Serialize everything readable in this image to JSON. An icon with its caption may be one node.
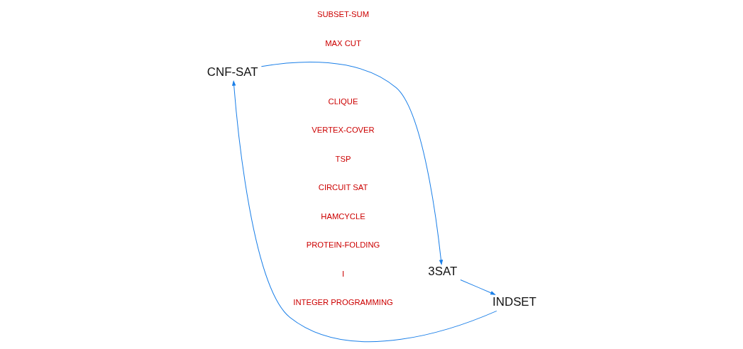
{
  "diagram": {
    "nodes": [
      {
        "text": [
          "CNF-SAT"
        ]
      },
      {
        "text": [
          "INDSET"
        ]
      },
      {
        "text": [
          "3SAT"
        ]
      }
    ],
    "edges": [
      {
        "from": 1,
        "to": 0,
        "arrow": "to"
      },
      {
        "from": 0,
        "to": 2,
        "arrow": "to"
      },
      {
        "from": 2,
        "to": 1,
        "arrow": "to"
      }
    ],
    "labels": [
      "SUBSET-SUM",
      "MAX CUT",
      "CLIQUE",
      "VERTEX-COVER",
      "TSP",
      "CIRCUIT SAT",
      "HAMCYCLE",
      "PROTEIN-FOLDING",
      "I",
      "INTEGER PROGRAMMING"
    ]
  }
}
